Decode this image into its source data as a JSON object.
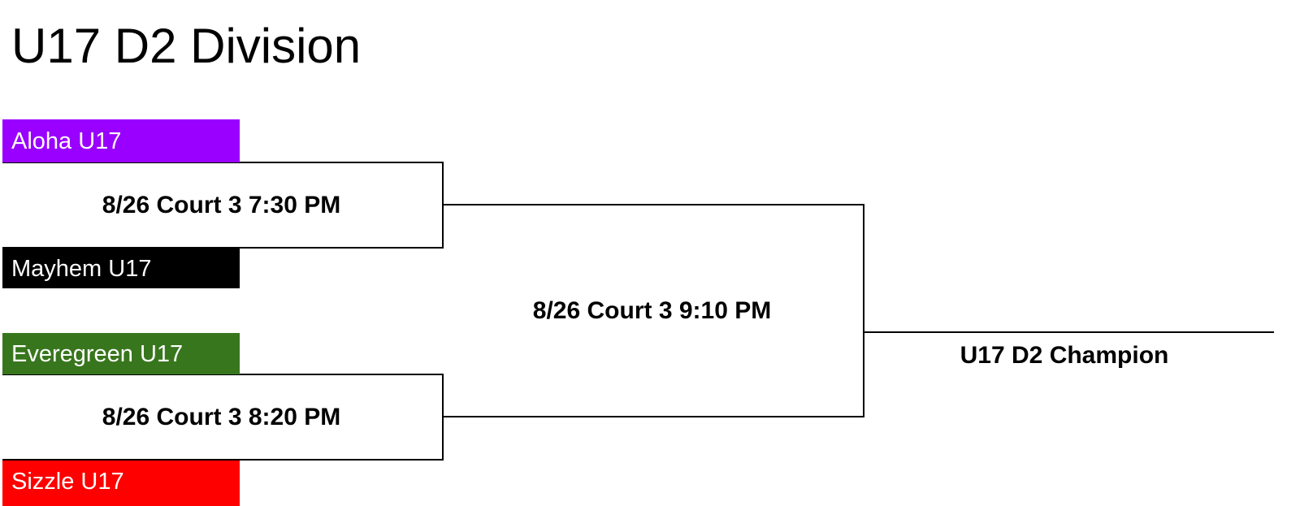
{
  "title": "U17 D2 Division",
  "teams": [
    {
      "name": "Aloha U17",
      "color": "#9900ff"
    },
    {
      "name": "Mayhem U17",
      "color": "#000000"
    },
    {
      "name": "Everegreen U17",
      "color": "#38761d"
    },
    {
      "name": "Sizzle U17",
      "color": "#ff0000"
    }
  ],
  "games": {
    "semifinal_1": "8/26 Court 3 7:30 PM",
    "semifinal_2": "8/26 Court 3 8:20 PM",
    "final": "8/26 Court 3 9:10 PM"
  },
  "champion_label": "U17 D2 Champion",
  "line_color": "#000000"
}
